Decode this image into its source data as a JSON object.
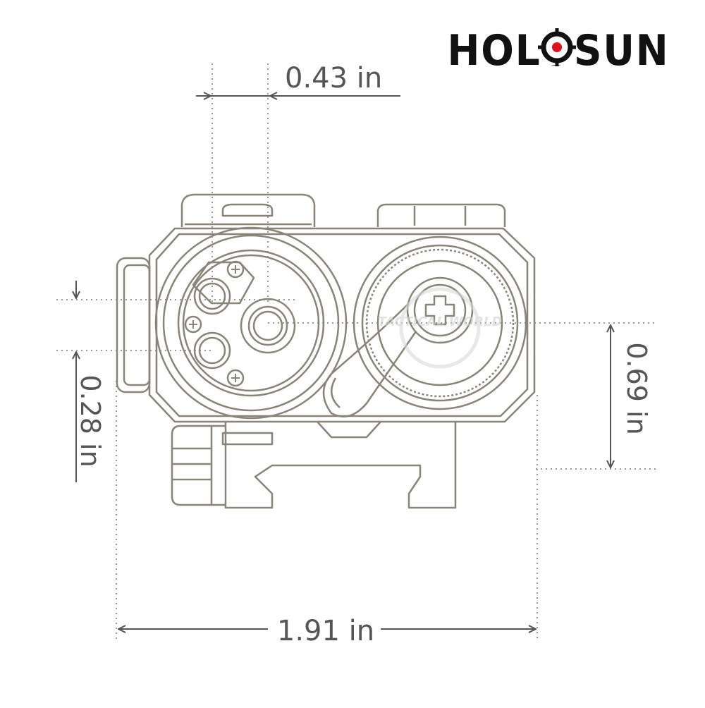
{
  "logo": {
    "text": "HOLOSUN",
    "icon": "reticle-dot-icon",
    "dot_color": "#e5101e",
    "text_color": "#111111"
  },
  "watermark": {
    "text": "TACTICAL WORLD",
    "color": "#d9d9d9"
  },
  "dimensions": {
    "top_width": "0.43 in",
    "left_height": "0.28 in",
    "right_height": "0.69 in",
    "bottom_width": "1.91 in"
  },
  "colors": {
    "line": "#8a8478",
    "dim": "#555555",
    "guide": "#9a9a9a"
  }
}
